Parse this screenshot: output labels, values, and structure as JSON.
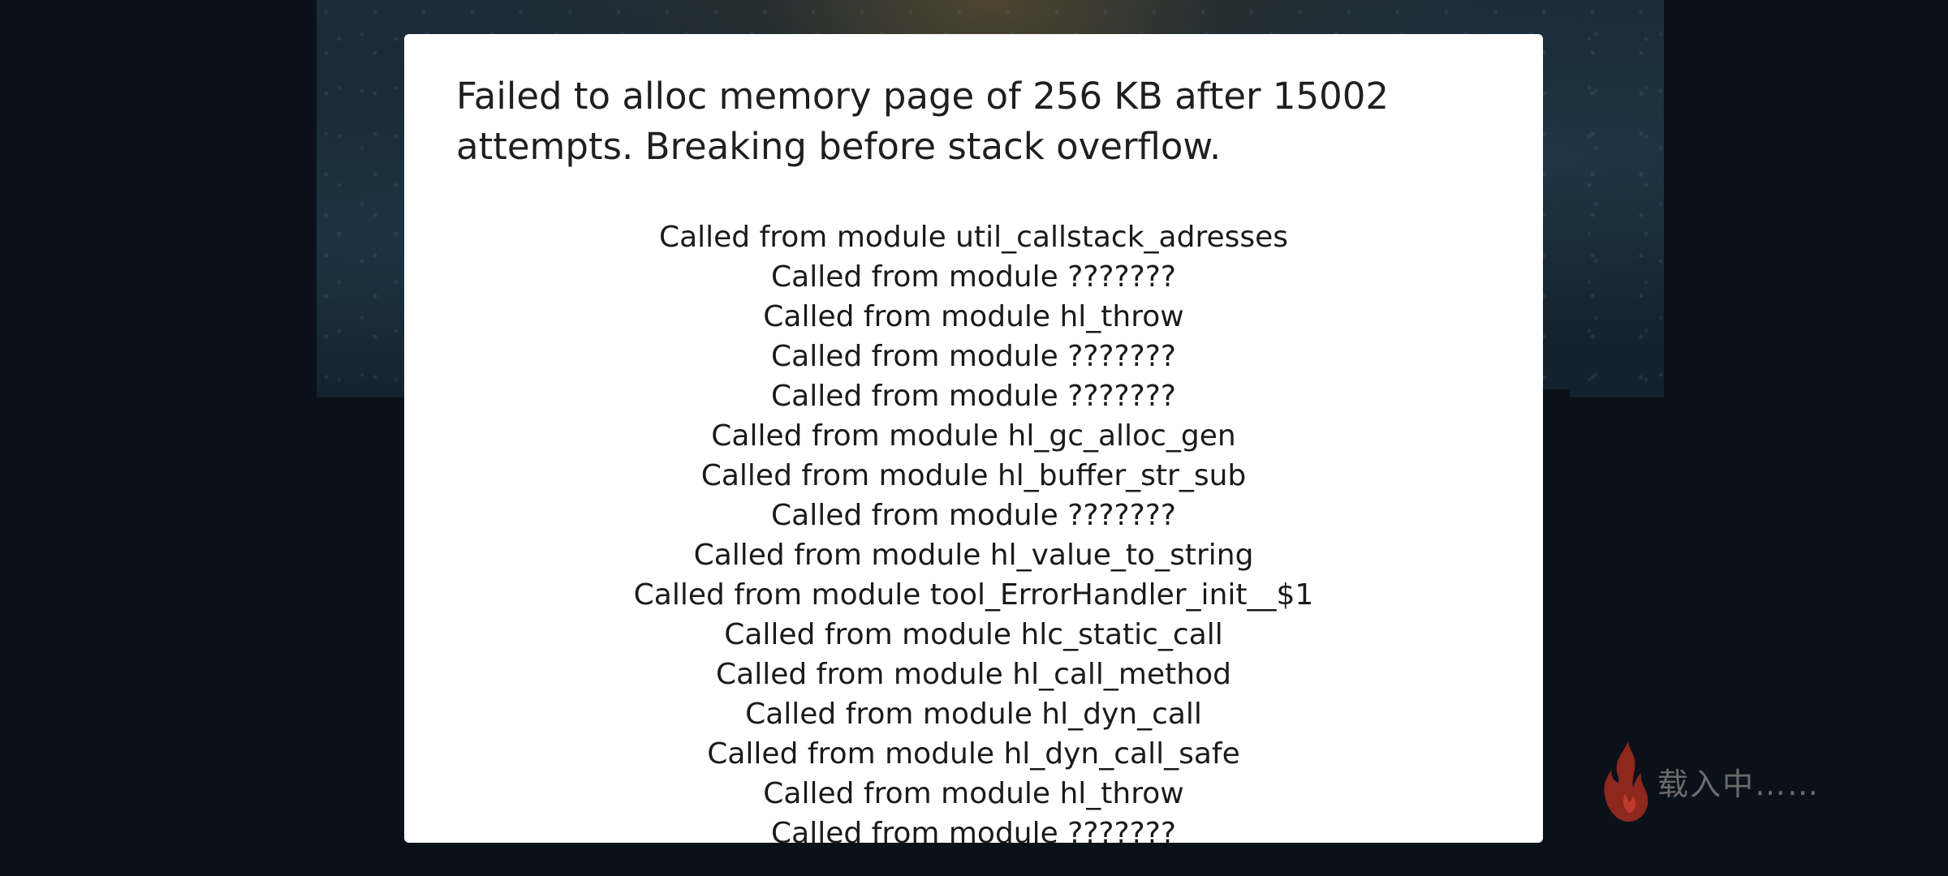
{
  "dialog": {
    "title": "Failed to alloc memory page of 256 KB after 15002 attempts. Breaking before stack overflow.",
    "callstack": [
      "Called from module util_callstack_adresses",
      "Called from module ???????",
      "Called from module hl_throw",
      "Called from module ???????",
      "Called from module ???????",
      "Called from module hl_gc_alloc_gen",
      "Called from module hl_buffer_str_sub",
      "Called from module ???????",
      "Called from module hl_value_to_string",
      "Called from module tool_ErrorHandler_init__$1",
      "Called from module hlc_static_call",
      "Called from module hl_call_method",
      "Called from module hl_dyn_call",
      "Called from module hl_dyn_call_safe",
      "Called from module hl_throw",
      "Called from module ???????"
    ]
  },
  "loading": {
    "text": "载入中……",
    "icon": "flame-icon",
    "icon_color": "#9c2a1f"
  }
}
